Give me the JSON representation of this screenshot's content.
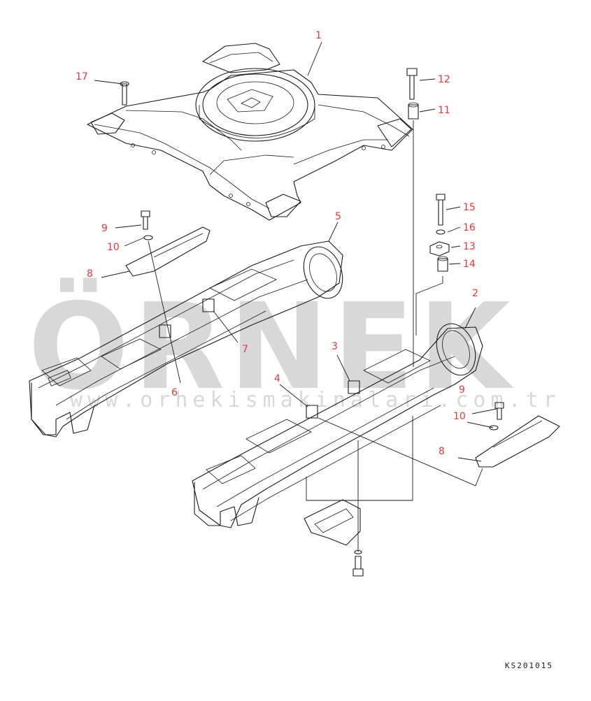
{
  "colors": {
    "callout": "#e03a3a",
    "line": "#1a1a1a",
    "watermark": "#d8d8d8",
    "watermark_accent": "#f2d48a"
  },
  "watermark": {
    "brand": "ÖRNEK",
    "url": "www.orhekismakinalari.com.tr"
  },
  "drawing_code": "KS201015",
  "callouts": {
    "c1": "1",
    "c2": "2",
    "c3": "3",
    "c4": "4",
    "c5": "5",
    "c6": "6",
    "c7": "7",
    "c8a": "8",
    "c8b": "8",
    "c9a": "9",
    "c9b": "9",
    "c10a": "10",
    "c10b": "10",
    "c11": "11",
    "c12": "12",
    "c13": "13",
    "c14": "14",
    "c15": "15",
    "c16": "16",
    "c17": "17"
  }
}
